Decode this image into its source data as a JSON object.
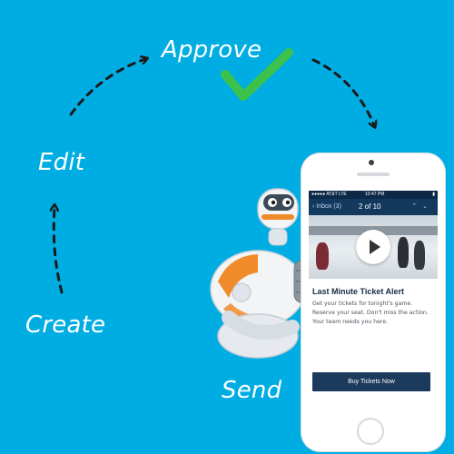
{
  "steps": {
    "approve": "Approve",
    "edit": "Edit",
    "create": "Create",
    "send": "Send"
  },
  "colors": {
    "background": "#00ade3",
    "check": "#3cc14b",
    "arrow": "#1a1a1a",
    "navy": "#13395f",
    "robot_orange": "#f08a2a"
  },
  "phone": {
    "status": {
      "carrier": "●●●●● AT&T LTE",
      "time": "10:47 PM",
      "battery": "▮"
    },
    "nav": {
      "back": "‹ Inbox (3)",
      "counter": "2 of 10",
      "arrows": "⌃⌄"
    },
    "email": {
      "title": "Last Minute Ticket Alert",
      "body": "Get your tickets for tonight's game. Reserve your seat. Don't miss the action. Your team needs you here.",
      "button": "Buy Tickets Now"
    }
  },
  "icons": {
    "check": "check-icon",
    "play": "play-icon",
    "robot": "robot-mascot"
  }
}
